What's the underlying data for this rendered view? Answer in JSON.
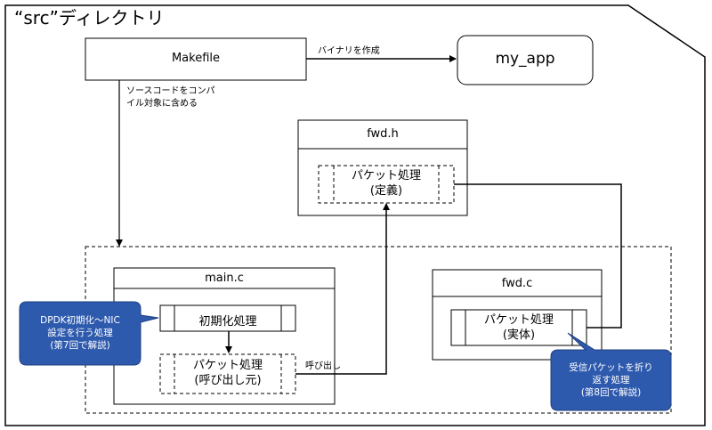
{
  "frame": {
    "title": "“src”ディレクトリ"
  },
  "nodes": {
    "makefile": "Makefile",
    "my_app": "my_app",
    "fwd_h": "fwd.h",
    "fwd_h_def": [
      "パケット処理",
      "(定義)"
    ],
    "main_c": "main.c",
    "init": "初期化処理",
    "packet_call": [
      "パケット処理",
      "(呼び出し元)"
    ],
    "fwd_c": "fwd.c",
    "packet_impl": [
      "パケット処理",
      "(実体)"
    ]
  },
  "edges": {
    "build_binary": "バイナリを作成",
    "compile_sources": [
      "ソースコードをコンパ",
      "イル対象に含める"
    ],
    "call": "呼び出し"
  },
  "callouts": {
    "left": [
      "DPDK初期化〜NIC",
      "設定を行う処理",
      "(第7回で解説)"
    ],
    "right": [
      "受信パケットを折り",
      "返す処理",
      "(第8回で解説)"
    ]
  },
  "colors": {
    "callout_fill": "#2E5AAE",
    "callout_border": "#1F3F80"
  }
}
